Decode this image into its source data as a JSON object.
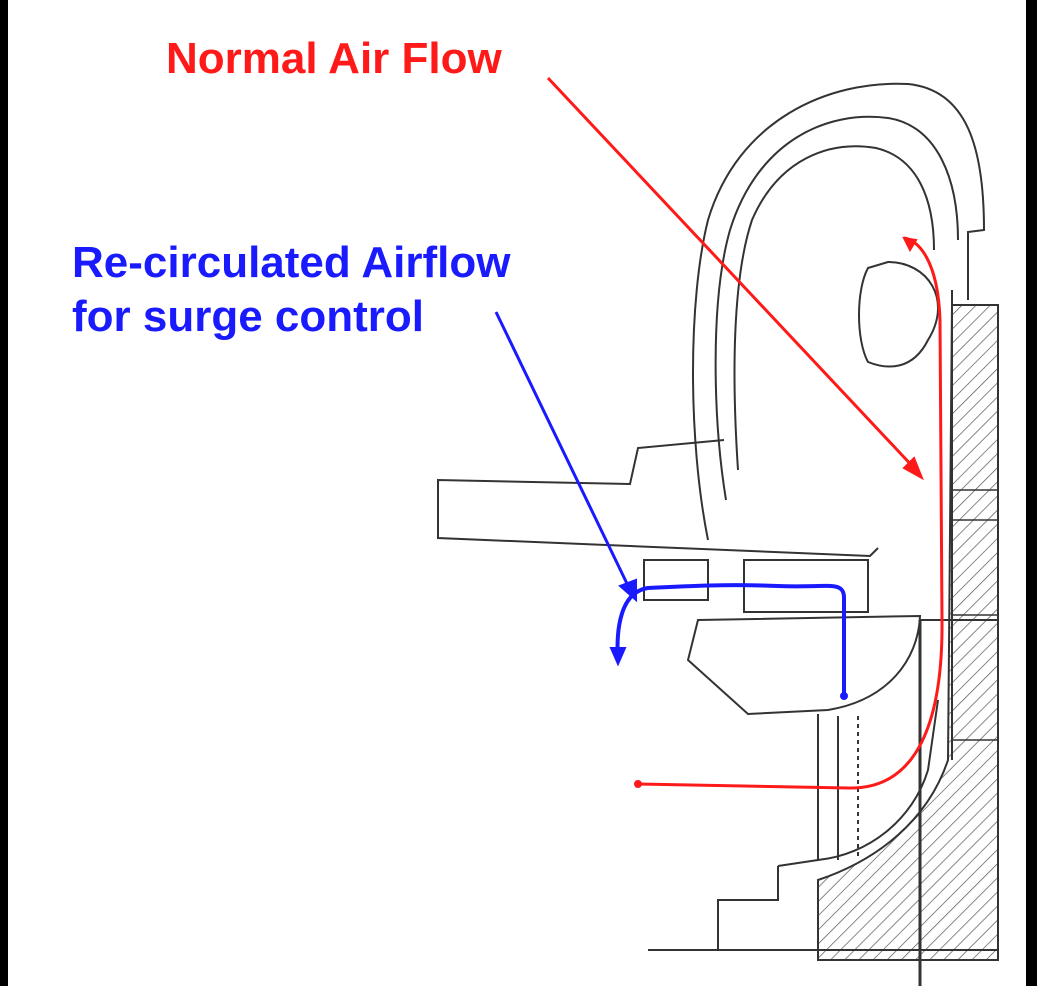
{
  "labels": {
    "normal_air_flow": "Normal Air Flow",
    "recirculated_line1": "Re-circulated Airflow",
    "recirculated_line2": "for surge control"
  },
  "colors": {
    "normal_flow": "#ff1a1a",
    "recirculated_flow": "#1a1aff",
    "drawing": "#333333",
    "background": "#ffffff",
    "border": "#000000"
  }
}
